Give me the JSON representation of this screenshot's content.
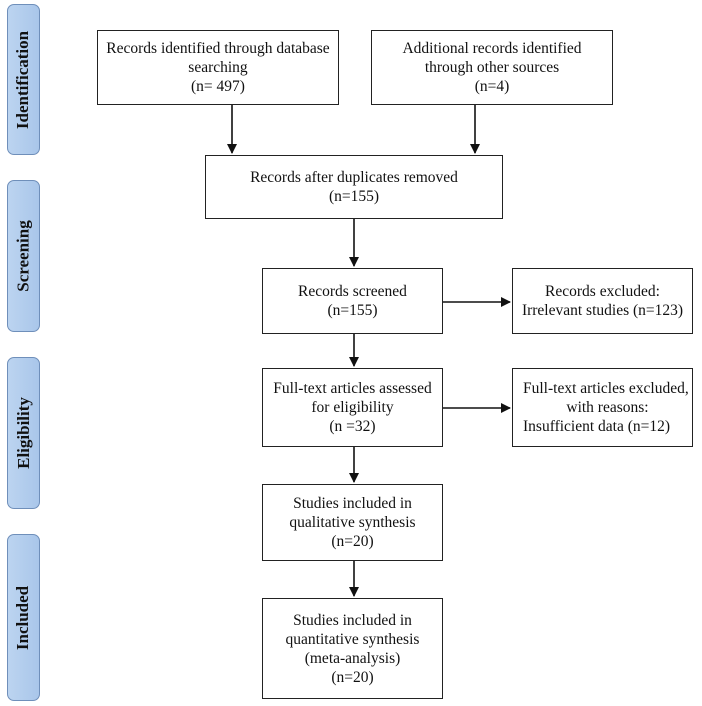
{
  "phases": {
    "identification": "Identification",
    "screening": "Screening",
    "eligibility": "Eligibility",
    "included": "Included"
  },
  "boxes": {
    "database": [
      "Records identified through database",
      "searching",
      "(n= 497)"
    ],
    "other_sources": [
      "Additional records identified",
      "through other sources",
      "(n=4)"
    ],
    "after_duplicates": [
      "Records after duplicates removed",
      "(n=155)"
    ],
    "screened": [
      "Records screened",
      "(n=155)"
    ],
    "excluded": [
      "Records excluded:",
      "Irrelevant studies (n=123)"
    ],
    "fulltext": [
      "Full-text articles assessed",
      "for eligibility",
      "(n =32)"
    ],
    "fulltext_excluded": [
      "Full-text articles excluded,",
      "with reasons:",
      "Insufficient data (n=12)"
    ],
    "qualitative": [
      "Studies included in",
      "qualitative synthesis",
      "(n=20)"
    ],
    "quantitative": [
      "Studies included in",
      "quantitative synthesis",
      "(meta-analysis)",
      "(n=20)"
    ]
  }
}
